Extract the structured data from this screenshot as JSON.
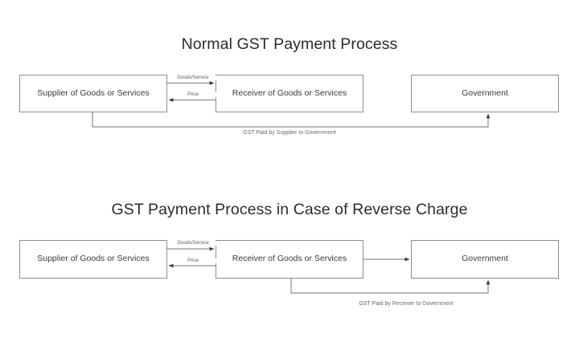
{
  "page": {
    "background": "#ffffff",
    "text_color": "#3a3a3a",
    "line_color": "#8a8d91",
    "title_color": "#2b2b2b"
  },
  "diagrams": [
    {
      "id": "normal",
      "title": "Normal GST Payment Process",
      "nodes": [
        {
          "id": "supplier",
          "label": "Supplier of Goods or Services"
        },
        {
          "id": "receiver",
          "label": "Receiver of Goods or Services"
        },
        {
          "id": "government",
          "label": "Government"
        }
      ],
      "edges": [
        {
          "id": "goods",
          "label": "Goods/Service",
          "from": "supplier",
          "to": "receiver",
          "direction": "right"
        },
        {
          "id": "price",
          "label": "Price",
          "from": "receiver",
          "to": "supplier",
          "direction": "left"
        },
        {
          "id": "gst",
          "label": "GST Paid by Supplier to Government",
          "from": "supplier",
          "to": "government",
          "direction": "routed-below"
        }
      ]
    },
    {
      "id": "reverse-charge",
      "title": "GST Payment Process in Case of Reverse Charge",
      "nodes": [
        {
          "id": "supplier",
          "label": "Supplier of Goods or Services"
        },
        {
          "id": "receiver",
          "label": "Receiver of Goods or Services"
        },
        {
          "id": "government",
          "label": "Government"
        }
      ],
      "edges": [
        {
          "id": "goods",
          "label": "Goods/Service",
          "from": "supplier",
          "to": "receiver",
          "direction": "right"
        },
        {
          "id": "price",
          "label": "Price",
          "from": "receiver",
          "to": "supplier",
          "direction": "left"
        },
        {
          "id": "direct",
          "label": "",
          "from": "receiver",
          "to": "government",
          "direction": "right"
        },
        {
          "id": "gst",
          "label": "GST Paid by Receiver to Government",
          "from": "receiver",
          "to": "government",
          "direction": "routed-below"
        }
      ]
    }
  ]
}
